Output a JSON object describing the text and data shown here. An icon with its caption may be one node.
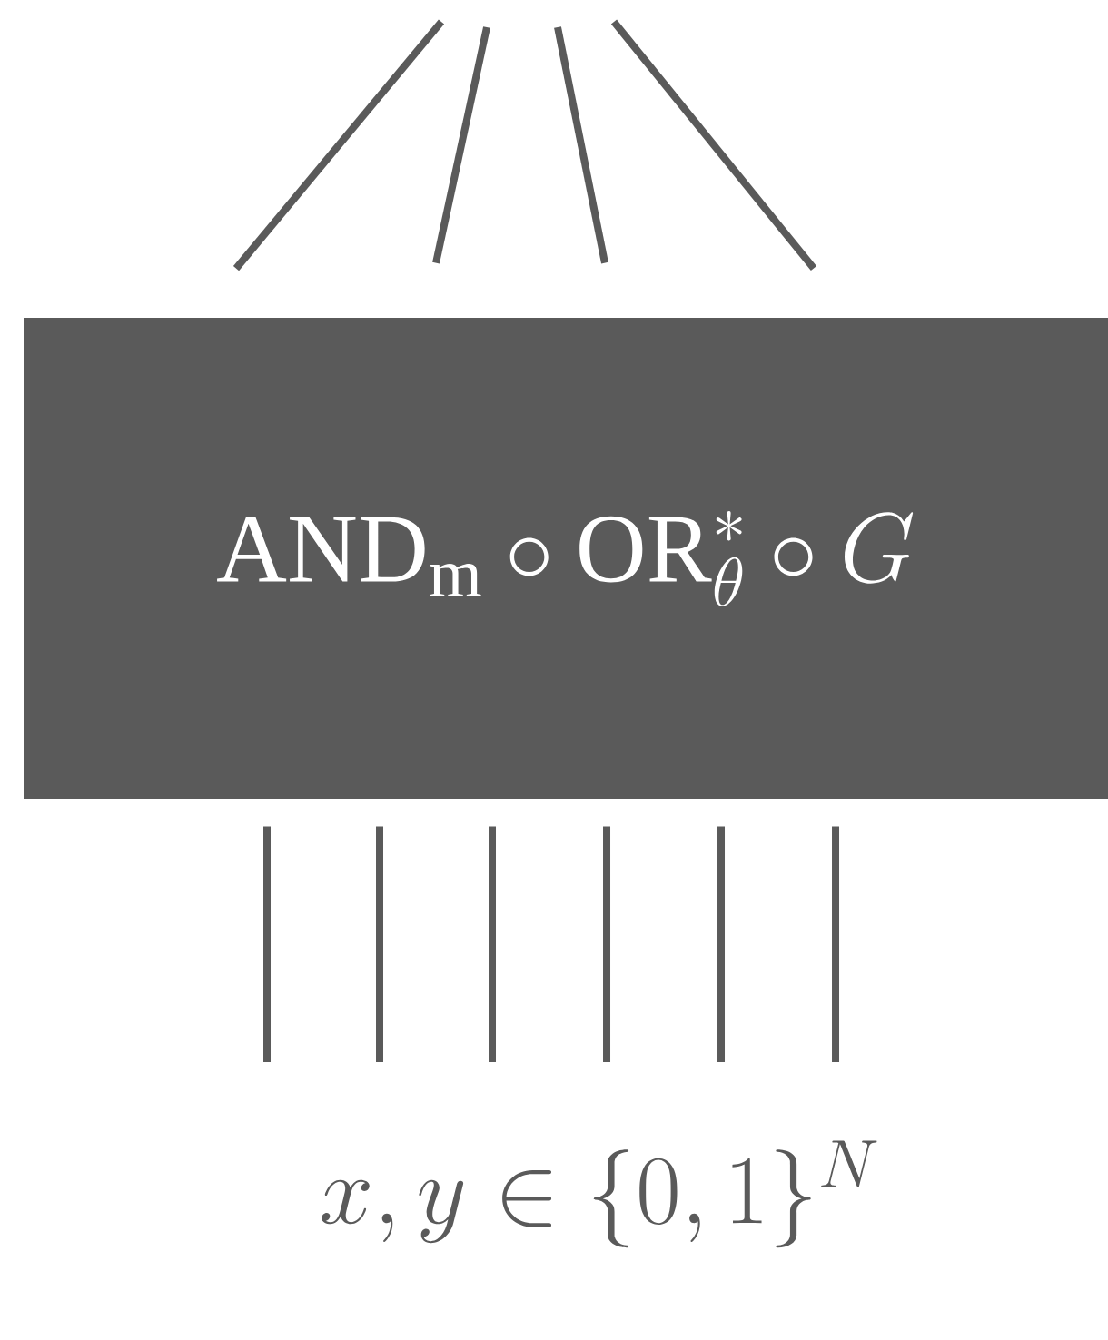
{
  "diagram": {
    "nodes": [
      {
        "text": [
          "\\mathrm{AND}_{\\mathrm{m}}\\circ\\mathrm{OR}^{*}_{\\theta}\\circ G"
        ]
      },
      {
        "text": [
          "x, y \\in \\{0,1\\}^{N}"
        ]
      }
    ],
    "edges": [
      {
        "from": 0,
        "to": null,
        "arrow": "none"
      },
      {
        "from": 0,
        "to": null,
        "arrow": "none"
      },
      {
        "from": 0,
        "to": null,
        "arrow": "none"
      },
      {
        "from": 0,
        "to": null,
        "arrow": "none"
      },
      {
        "from": 1,
        "to": 0,
        "arrow": "none"
      },
      {
        "from": 1,
        "to": 0,
        "arrow": "none"
      },
      {
        "from": 1,
        "to": 0,
        "arrow": "none"
      },
      {
        "from": 1,
        "to": 0,
        "arrow": "none"
      },
      {
        "from": 1,
        "to": 0,
        "arrow": "none"
      },
      {
        "from": 1,
        "to": 0,
        "arrow": "none"
      }
    ]
  }
}
